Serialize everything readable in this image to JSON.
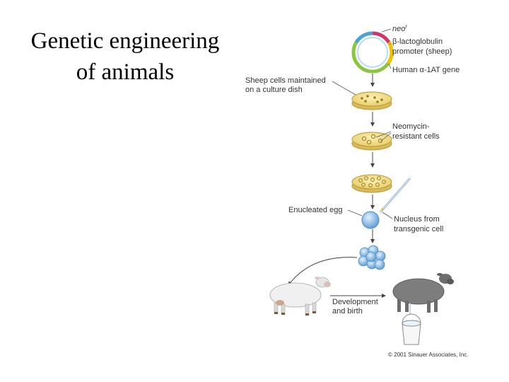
{
  "slide": {
    "title_line1": "Genetic engineering",
    "title_line2": "of animals"
  },
  "figure": {
    "plasmid_labels": {
      "neo": "neo",
      "neo_superscript": "r",
      "promoter_line1": "β-lactoglobulin",
      "promoter_line2": "promoter (sheep)",
      "gene": "Human α-1AT gene"
    },
    "culture_label_line1": "Sheep cells maintained",
    "culture_label_line2": "on a culture dish",
    "neomycin_label_line1": "Neomycin-",
    "neomycin_label_line2": "resistant cells",
    "enucleated_label": "Enucleated egg",
    "nucleus_label_line1": "Nucleus from",
    "nucleus_label_line2": "transgenic cell",
    "development_label_line1": "Development",
    "development_label_line2": "and birth",
    "copyright": "© 2001 Sinauer Associates, Inc.",
    "colors": {
      "plasmid_green": "#8cc63f",
      "plasmid_red": "#d6336c",
      "plasmid_yellow": "#f2c200",
      "plasmid_blue": "#4aa3df",
      "dish_fill": "#f4e08a",
      "dish_rim": "#c9a94a",
      "egg_blue": "#9cc8ee",
      "white_sheep": "#efefef",
      "dark_sheep": "#7a7a7a"
    }
  }
}
